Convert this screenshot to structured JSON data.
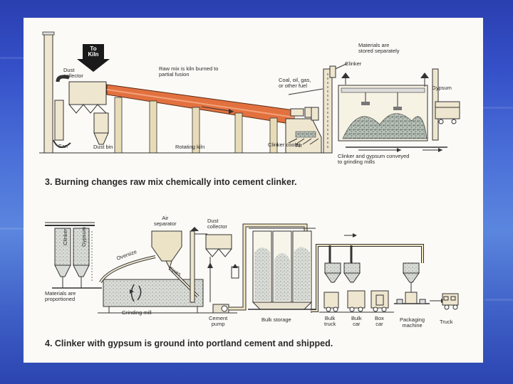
{
  "slide": {
    "section3": {
      "caption": "3. Burning changes raw mix chemically into cement clinker.",
      "labels": {
        "to_kiln": "To\nKiln",
        "dust_collector": "Dust\ncollector",
        "raw_mix": "Raw mix is kiln burned to\npartial fusion",
        "fuel": "Coal, oil, gas,\nor other fuel",
        "materials_stored": "Materials are\nstored separately",
        "clinker": "Clinker",
        "gypsum": "Gypsum",
        "air": "Air",
        "fan": "Fan",
        "dust_bin": "Dust bin",
        "rotating_kiln": "Rotating kiln",
        "clinker_cooler": "Clinker cooler",
        "conveyed": "Clinker and gypsum conveyed\nto grinding mills"
      }
    },
    "section4": {
      "caption": "4. Clinker with gypsum is ground into portland cement and shipped.",
      "labels": {
        "air_separator": "Air\nseparator",
        "dust_collector": "Dust\ncollector",
        "clinker": "Clinker",
        "gypsum": "Gypsum",
        "oversize": "Oversize",
        "fines": "Fines",
        "materials_proportioned": "Materials are\nproportioned",
        "grinding_mill": "Grinding mill",
        "cement_pump": "Cement\npump",
        "bulk_storage": "Bulk storage",
        "bulk_truck": "Bulk\ntruck",
        "bulk_car": "Bulk\ncar",
        "box_car": "Box\ncar",
        "packaging_machine": "Packaging\nmachine",
        "truck": "Truck"
      }
    }
  },
  "colors": {
    "kiln": "#e2713f",
    "pipe": "#e9d9b6",
    "steel": "#8a8a8a",
    "clinker_fill": "#9aa39a"
  }
}
